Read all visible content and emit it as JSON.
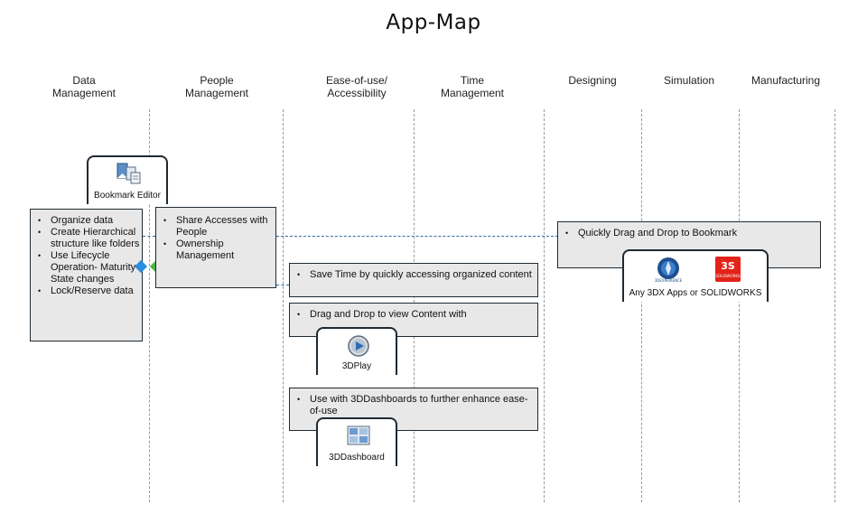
{
  "title": "App-Map",
  "columns": [
    {
      "id": "data-management",
      "label": "Data\nManagement"
    },
    {
      "id": "people-management",
      "label": "People\nManagement"
    },
    {
      "id": "ease-of-use",
      "label": "Ease-of-use/\nAccessibility"
    },
    {
      "id": "time-management",
      "label": "Time\nManagement"
    },
    {
      "id": "designing",
      "label": "Designing"
    },
    {
      "id": "simulation",
      "label": "Simulation"
    },
    {
      "id": "manufacturing",
      "label": "Manufacturing"
    }
  ],
  "apps": {
    "bookmark_editor": {
      "label": "Bookmark Editor",
      "icon": "bookmark-editor-icon"
    },
    "threedplay": {
      "label": "3DPlay",
      "icon": "play-icon"
    },
    "threeddashboard": {
      "label": "3DDashboard",
      "icon": "dashboard-icon"
    },
    "any_apps": {
      "label": "Any 3DX Apps or SOLIDWORKS",
      "icons": [
        "3dexperience-compass-icon",
        "solidworks-logo-icon"
      ]
    }
  },
  "boxes": {
    "data_management": [
      "Organize data",
      "Create Hierarchical structure like folders",
      "Use Lifecycle Operation- Maturity State changes",
      "Lock/Reserve data"
    ],
    "people_management": [
      "Share Accesses with People",
      "Ownership Management"
    ],
    "save_time": [
      "Save Time by quickly accessing organized content"
    ],
    "drag_drop_view": [
      "Drag and Drop to view Content with"
    ],
    "dashboards": [
      "Use with 3DDashboards to further enhance ease-of-use"
    ],
    "drag_drop_bookmark": [
      "Quickly Drag and Drop to Bookmark"
    ]
  },
  "colors": {
    "connector_blue": "#2e6ba0",
    "diamond_blue": "#2b8de0",
    "diamond_green": "#4bb543",
    "solidworks_red": "#e2231a"
  }
}
